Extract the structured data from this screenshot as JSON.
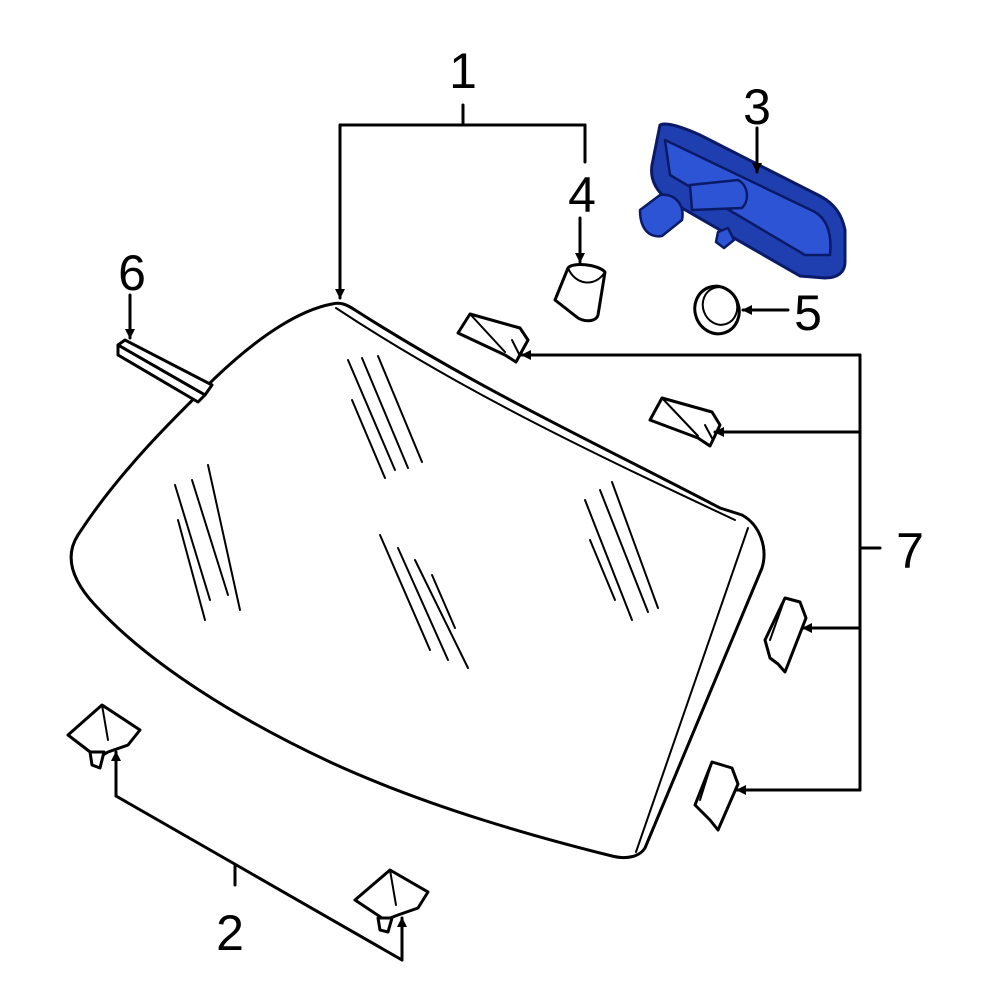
{
  "diagram": {
    "highlight_color": "#1f3fb0",
    "callouts": {
      "c1": "1",
      "c2": "2",
      "c3": "3",
      "c4": "4",
      "c5": "5",
      "c6": "6",
      "c7": "7"
    }
  }
}
